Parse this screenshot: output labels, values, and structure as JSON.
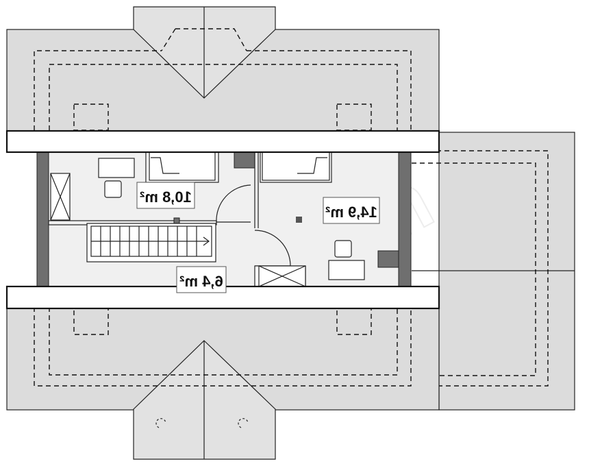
{
  "rooms": [
    {
      "id": "bedroom-1",
      "area_label": "10,8 m²"
    },
    {
      "id": "bedroom-2",
      "area_label": "14,9 m²"
    },
    {
      "id": "hall",
      "area_label": "6,4 m²"
    }
  ],
  "watermark": {
    "text": "extradom"
  },
  "colors": {
    "roof": "#dcdcdc",
    "wall": "#6f6f6f",
    "floor": "#f0f0f0",
    "line": "#111111"
  }
}
